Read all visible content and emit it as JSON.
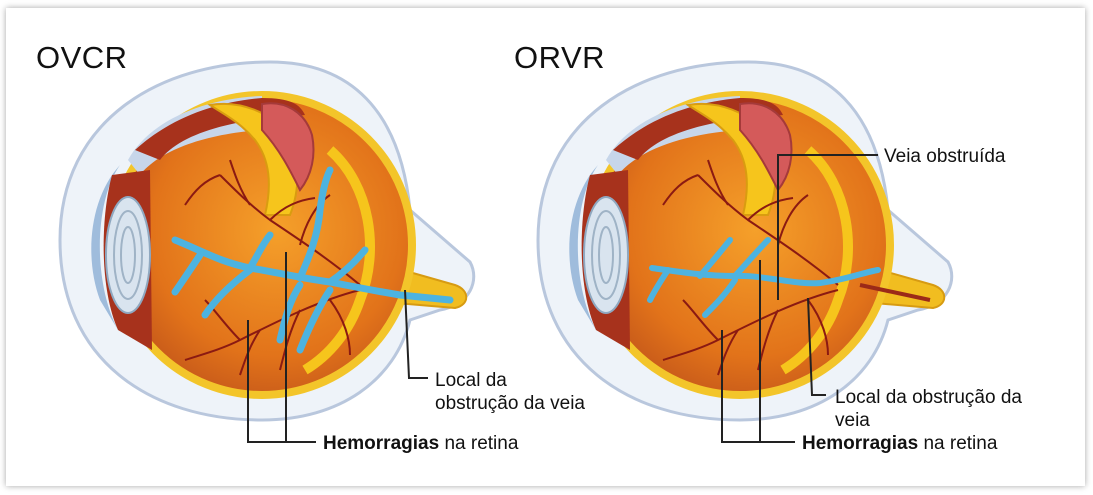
{
  "left_diagram": {
    "title": "OVCR",
    "callout_obstruction": [
      "Local da",
      "obstrução da veia"
    ],
    "callout_hemorrhage_bold": "Hemorragias",
    "callout_hemorrhage_rest": " na retina"
  },
  "right_diagram": {
    "title": "ORVR",
    "callout_vein": "Veia obstruída",
    "callout_obstruction": [
      "Local da obstrução da",
      "veia"
    ],
    "callout_hemorrhage_bold": "Hemorragias",
    "callout_hemorrhage_rest": " na retina"
  },
  "colors": {
    "sclera_outline": "#c9d4e6",
    "eyeball": "#e2731a",
    "retina_yellow": "#f7c51c",
    "vessels_red": "#8b1a12",
    "vein_blue": "#4db3e0",
    "lens": "#d3e0ec"
  }
}
